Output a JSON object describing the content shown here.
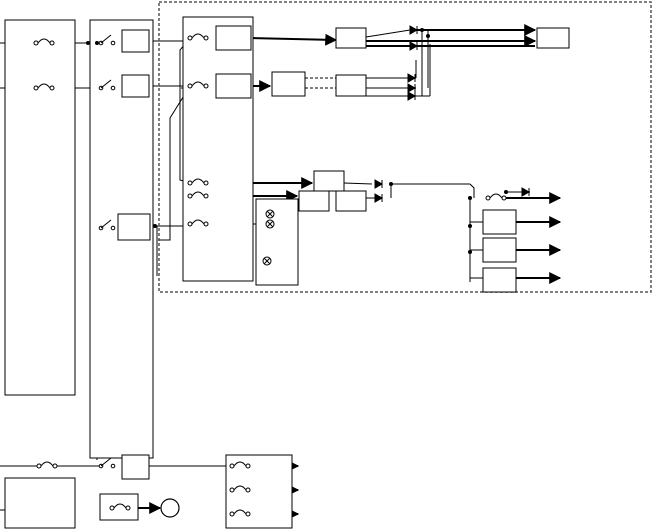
{
  "diagram": {
    "type": "electrical-single-line-schematic",
    "visible_text": [],
    "colors": {
      "line": "#000000",
      "frame": "#555555",
      "background": "#ffffff"
    },
    "line_styles": {
      "boundary": "dashed",
      "main_feeders": "solid-thick",
      "taps": "solid-thin"
    },
    "symbol_names": [
      "fuse-icon",
      "breaker-switch-icon",
      "relay-box",
      "diode-icon",
      "junction-dot",
      "arrow-terminal-icon",
      "indicator-lamp-icon",
      "circle-load-icon"
    ]
  }
}
